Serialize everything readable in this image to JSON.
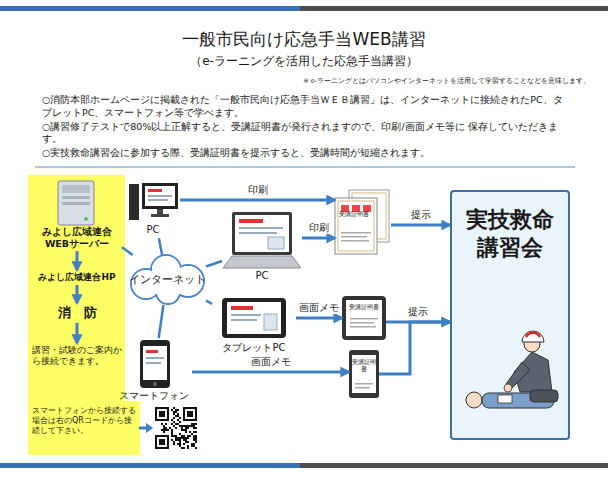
{
  "diagram": {
    "title": "一般市民向け応急手当WEB講習",
    "nodes": [
      {
        "text": [
          "みよし広域連合WEBサーバー"
        ]
      },
      {
        "text": [
          "みよし広域連合HP"
        ]
      },
      {
        "text": [
          "消　防"
        ]
      },
      {
        "text": [
          "講習・試験のご案内から接続できます。"
        ]
      },
      {
        "text": [
          "スマートフォンから接続する場合は右のQRコードから接続して下さい。"
        ]
      },
      {
        "text": [
          "インターネット"
        ]
      },
      {
        "text": [
          "PC"
        ]
      },
      {
        "text": [
          "PC"
        ]
      },
      {
        "text": [
          "タブレットPC"
        ]
      },
      {
        "text": [
          "スマートフォン"
        ]
      },
      {
        "text": [
          "受講証明書"
        ]
      },
      {
        "text": [
          "受講証明書"
        ]
      },
      {
        "text": [
          "受講証明書"
        ]
      },
      {
        "text": [
          "実技救命講習会"
        ]
      }
    ],
    "edges": [
      {
        "from": 0,
        "to": 1,
        "arrow": "to"
      },
      {
        "from": 1,
        "to": 2,
        "arrow": "to"
      },
      {
        "from": 2,
        "to": 3,
        "arrow": "to"
      },
      {
        "from": 0,
        "to": 5,
        "arrow": "none"
      },
      {
        "from": 5,
        "to": 6,
        "arrow": "none"
      },
      {
        "from": 5,
        "to": 7,
        "arrow": "none"
      },
      {
        "from": 5,
        "to": 8,
        "arrow": "none"
      },
      {
        "from": 5,
        "to": 9,
        "arrow": "none"
      },
      {
        "from": 6,
        "to": 10,
        "label": "印刷",
        "arrow": "to"
      },
      {
        "from": 7,
        "to": 10,
        "label": "印刷",
        "arrow": "to"
      },
      {
        "from": 8,
        "to": 11,
        "label": "画面メモ",
        "arrow": "to"
      },
      {
        "from": 9,
        "to": 12,
        "label": "画面メモ",
        "arrow": "to"
      },
      {
        "from": 10,
        "to": 13,
        "label": "提示",
        "arrow": "to"
      },
      {
        "from": 11,
        "to": 13,
        "label": "提示",
        "arrow": "to"
      },
      {
        "from": 12,
        "to": 13,
        "arrow": "to"
      }
    ],
    "labels": [
      "（e-ラーニングを活用した応急手当講習）",
      "※ e-ラーニングとはパソコンやインターネットを活用して学習することなどを意味します。",
      "○消防本部ホームページに掲載された「一般市民向け応急手当ＷＥＢ講習」は、インターネットに接続されたPC、タブレットPC、スマートフォン等で学べます。",
      "○講習修了テストで80%以上正解すると、受講証明書が発行されますので、印刷/画面メモ等に 保存していただきます。",
      "○実技救命講習会に参加する際、受講証明書を提示すると、受講時間が短縮されます。"
    ]
  }
}
